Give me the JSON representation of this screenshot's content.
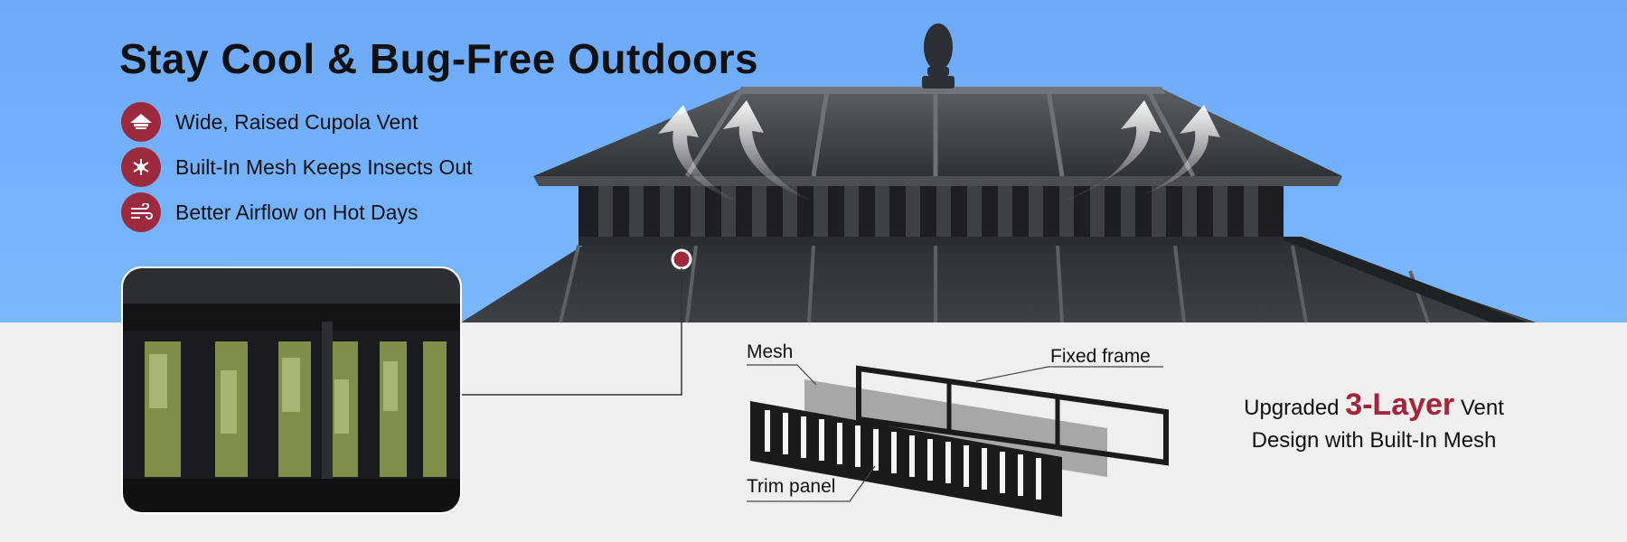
{
  "headline": "Stay Cool & Bug-Free Outdoors",
  "features": [
    {
      "label": "Wide, Raised Cupola Vent",
      "icon": "cupola-icon"
    },
    {
      "label": "Built-In Mesh Keeps Insects Out",
      "icon": "mosquito-icon"
    },
    {
      "label": "Better Airflow on Hot Days",
      "icon": "wind-icon"
    }
  ],
  "diagram": {
    "mesh_label": "Mesh",
    "frame_label": "Fixed frame",
    "trim_label": "Trim panel"
  },
  "callout": {
    "prefix": "Upgraded ",
    "accent": "3-Layer",
    "suffix": " Vent",
    "line2": "Design with Built-In Mesh"
  },
  "colors": {
    "accent": "#9c2a3c",
    "sky": "#6ca9f7",
    "roof": "#3a3d40"
  }
}
